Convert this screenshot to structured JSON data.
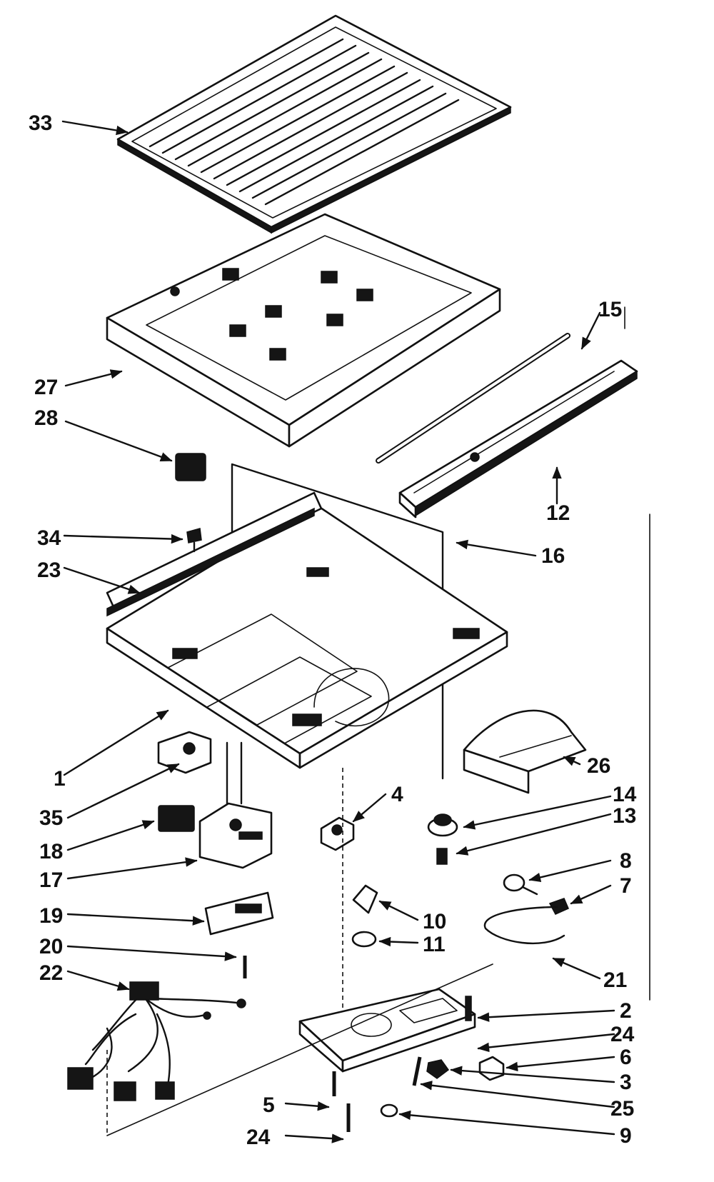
{
  "parts": [
    {
      "id": "33",
      "label": "33"
    },
    {
      "id": "15",
      "label": "15"
    },
    {
      "id": "27",
      "label": "27"
    },
    {
      "id": "28",
      "label": "28"
    },
    {
      "id": "12",
      "label": "12"
    },
    {
      "id": "34",
      "label": "34"
    },
    {
      "id": "16",
      "label": "16"
    },
    {
      "id": "23",
      "label": "23"
    },
    {
      "id": "26",
      "label": "26"
    },
    {
      "id": "1",
      "label": "1"
    },
    {
      "id": "14",
      "label": "14"
    },
    {
      "id": "35",
      "label": "35"
    },
    {
      "id": "4",
      "label": "4"
    },
    {
      "id": "13",
      "label": "13"
    },
    {
      "id": "18",
      "label": "18"
    },
    {
      "id": "8",
      "label": "8"
    },
    {
      "id": "17",
      "label": "17"
    },
    {
      "id": "7",
      "label": "7"
    },
    {
      "id": "10",
      "label": "10"
    },
    {
      "id": "19",
      "label": "19"
    },
    {
      "id": "11",
      "label": "11"
    },
    {
      "id": "20",
      "label": "20"
    },
    {
      "id": "21",
      "label": "21"
    },
    {
      "id": "22",
      "label": "22"
    },
    {
      "id": "2",
      "label": "2"
    },
    {
      "id": "24a",
      "label": "24"
    },
    {
      "id": "6",
      "label": "6"
    },
    {
      "id": "3",
      "label": "3"
    },
    {
      "id": "5",
      "label": "5"
    },
    {
      "id": "25",
      "label": "25"
    },
    {
      "id": "24b",
      "label": "24"
    },
    {
      "id": "9",
      "label": "9"
    }
  ]
}
